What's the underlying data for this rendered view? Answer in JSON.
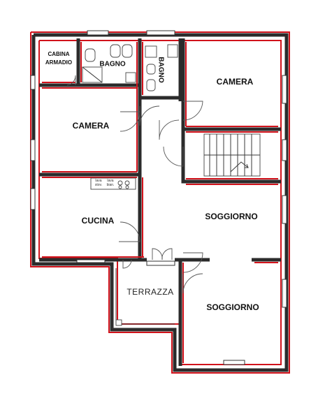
{
  "plan": {
    "rooms": {
      "cabina_armadio_line1": "CABINA",
      "cabina_armadio_line2": "ARMADIO",
      "bagno_1": "BAGNO",
      "bagno_2": "BAGNO",
      "camera_1": "CAMERA",
      "camera_2": "CAMERA",
      "cucina": "CUCINA",
      "soggiorno_1": "SOGGIORNO",
      "soggiorno_2": "SOGGIORNO",
      "terrazza": "TERRAZZA"
    },
    "fixtures": {
      "sink_label_1_line1": "lava",
      "sink_label_1_line2": "stov.",
      "sink_label_2_line1": "lava",
      "sink_label_2_line2": "bian."
    },
    "colors": {
      "wall": "#2b2b2b",
      "wall_accent": "#d1121b",
      "background": "#ffffff"
    }
  }
}
